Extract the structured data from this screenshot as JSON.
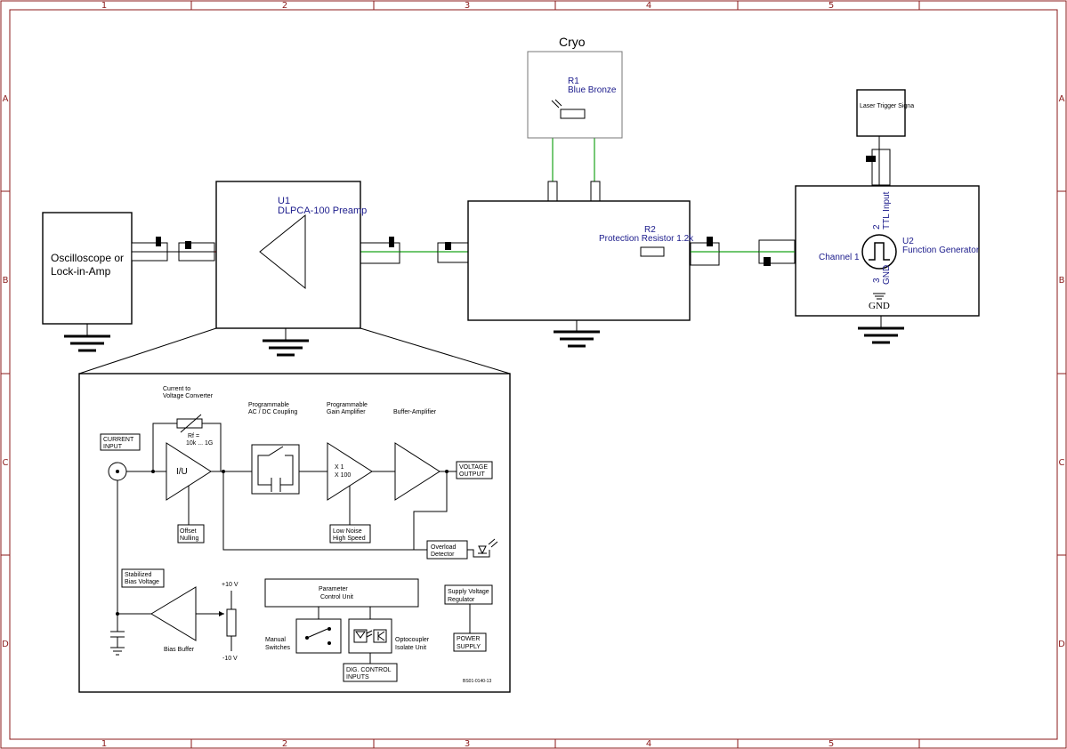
{
  "frame": {
    "columns": [
      "1",
      "2",
      "3",
      "4",
      "5"
    ],
    "rows": [
      "A",
      "B",
      "C",
      "D"
    ]
  },
  "components": {
    "instrument": {
      "line1": "Oscilloscope or",
      "line2": "Lock-in-Amp"
    },
    "preamp": {
      "ref": "U1",
      "value": "DLPCA-100 Preamp"
    },
    "cryo": {
      "title": "Cryo"
    },
    "sample": {
      "ref": "R1",
      "value": "Blue Bronze"
    },
    "protection": {
      "ref": "R2",
      "value": "Protection Resistor 1.2k"
    },
    "generator": {
      "ref": "U2",
      "value": "Function Generator",
      "pin_channel": "Channel 1",
      "pin2_num": "2",
      "pin2_name": "TTL Input",
      "pin3_num": "3",
      "pin3_name": "GND",
      "gnd_label": "GND"
    },
    "laser": {
      "label": "Laser Trigger Signa"
    }
  },
  "block_diagram": {
    "current_input": [
      "CURRENT",
      "INPUT"
    ],
    "converter_title": [
      "Current to",
      "Voltage Converter"
    ],
    "rf_label": [
      "Rf =",
      "10k ... 1G"
    ],
    "iu_label": "I/U",
    "offset": [
      "Offset",
      "Nulling"
    ],
    "coupling_title": [
      "Programmable",
      "AC / DC Coupling"
    ],
    "gain_title": [
      "Programmable",
      "Gain Amplifier"
    ],
    "gain_values": [
      "X 1",
      "X 100"
    ],
    "noise": [
      "Low Noise",
      "High Speed"
    ],
    "buffer_title": "Buffer-Amplifier",
    "voltage_output": [
      "VOLTAGE",
      "OUTPUT"
    ],
    "overload": [
      "Overload",
      "Detector"
    ],
    "bias_voltage": [
      "Stabilized",
      "Bias Voltage"
    ],
    "bias_buffer": "Bias Buffer",
    "plus10": "+10 V",
    "minus10": "-10 V",
    "param_unit": [
      "Parameter",
      "Control Unit"
    ],
    "manual": [
      "Manual",
      "Switches"
    ],
    "opto": [
      "Optocoupler",
      "Isolate Unit"
    ],
    "dig_inputs": [
      "DIG. CONTROL",
      "INPUTS"
    ],
    "supply_reg": [
      "Supply Voltage",
      "Regulator"
    ],
    "power_supply": [
      "POWER",
      "SUPPLY"
    ],
    "doc_code": "BS01-0140-13"
  }
}
